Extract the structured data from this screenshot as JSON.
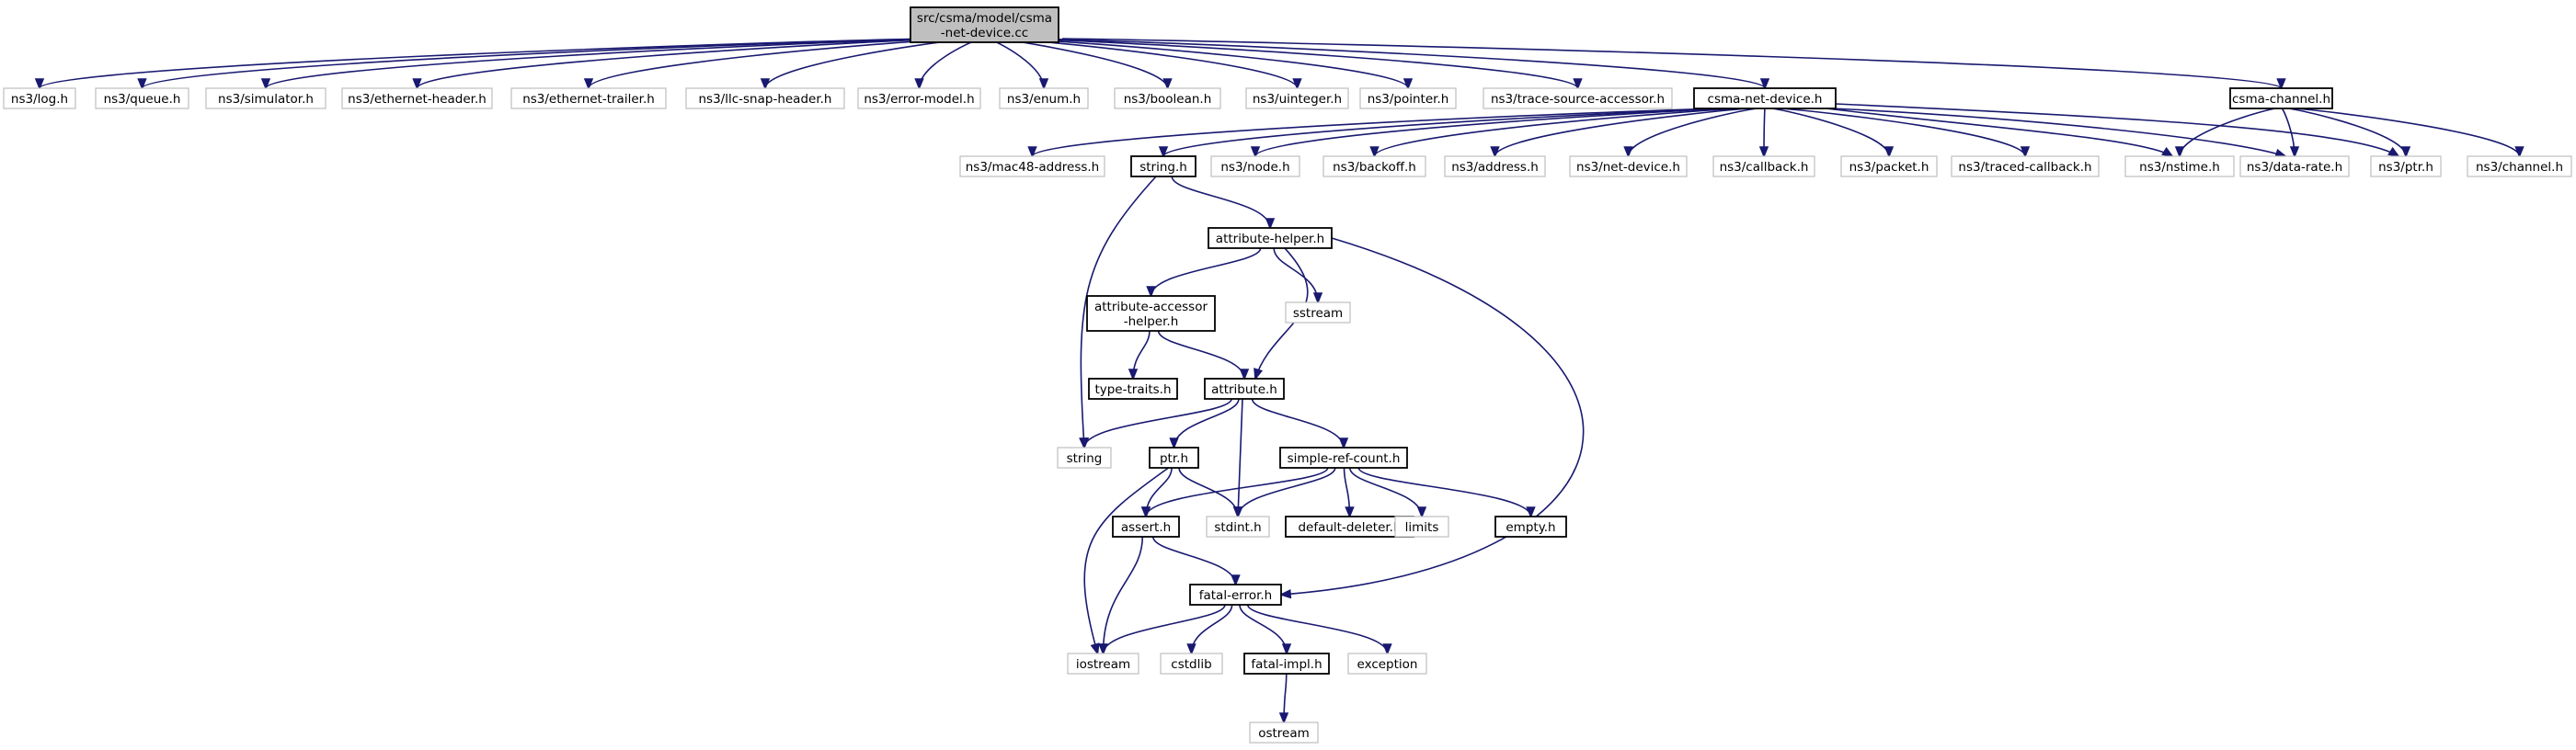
{
  "graph": {
    "type": "include-dependency-graph",
    "root": "root",
    "colors": {
      "edge": "#191970",
      "root_fill": "#bfbfbf",
      "doc_border": "#000000",
      "ext_border": "#bfbfbf",
      "background": "#ffffff"
    },
    "nodes": [
      {
        "id": "root",
        "lines": [
          "src/csma/model/csma",
          "-net-device.cc"
        ],
        "kind": "root"
      },
      {
        "id": "log",
        "lines": [
          "ns3/log.h"
        ],
        "kind": "ext"
      },
      {
        "id": "queue",
        "lines": [
          "ns3/queue.h"
        ],
        "kind": "ext"
      },
      {
        "id": "simulator",
        "lines": [
          "ns3/simulator.h"
        ],
        "kind": "ext"
      },
      {
        "id": "ethhdr",
        "lines": [
          "ns3/ethernet-header.h"
        ],
        "kind": "ext"
      },
      {
        "id": "ethtrl",
        "lines": [
          "ns3/ethernet-trailer.h"
        ],
        "kind": "ext"
      },
      {
        "id": "llc",
        "lines": [
          "ns3/llc-snap-header.h"
        ],
        "kind": "ext"
      },
      {
        "id": "errmodel",
        "lines": [
          "ns3/error-model.h"
        ],
        "kind": "ext"
      },
      {
        "id": "enum",
        "lines": [
          "ns3/enum.h"
        ],
        "kind": "ext"
      },
      {
        "id": "boolean",
        "lines": [
          "ns3/boolean.h"
        ],
        "kind": "ext"
      },
      {
        "id": "uinteger",
        "lines": [
          "ns3/uinteger.h"
        ],
        "kind": "ext"
      },
      {
        "id": "pointer",
        "lines": [
          "ns3/pointer.h"
        ],
        "kind": "ext"
      },
      {
        "id": "tsa",
        "lines": [
          "ns3/trace-source-accessor.h"
        ],
        "kind": "ext"
      },
      {
        "id": "csmand",
        "lines": [
          "csma-net-device.h"
        ],
        "kind": "doc"
      },
      {
        "id": "csmach",
        "lines": [
          "csma-channel.h"
        ],
        "kind": "doc"
      },
      {
        "id": "mac48",
        "lines": [
          "ns3/mac48-address.h"
        ],
        "kind": "ext"
      },
      {
        "id": "stringh",
        "lines": [
          "string.h"
        ],
        "kind": "doc"
      },
      {
        "id": "node",
        "lines": [
          "ns3/node.h"
        ],
        "kind": "ext"
      },
      {
        "id": "backoff",
        "lines": [
          "ns3/backoff.h"
        ],
        "kind": "ext"
      },
      {
        "id": "address",
        "lines": [
          "ns3/address.h"
        ],
        "kind": "ext"
      },
      {
        "id": "netdev",
        "lines": [
          "ns3/net-device.h"
        ],
        "kind": "ext"
      },
      {
        "id": "callback",
        "lines": [
          "ns3/callback.h"
        ],
        "kind": "ext"
      },
      {
        "id": "packet",
        "lines": [
          "ns3/packet.h"
        ],
        "kind": "ext"
      },
      {
        "id": "tracedcb",
        "lines": [
          "ns3/traced-callback.h"
        ],
        "kind": "ext"
      },
      {
        "id": "nstime",
        "lines": [
          "ns3/nstime.h"
        ],
        "kind": "ext"
      },
      {
        "id": "datarate",
        "lines": [
          "ns3/data-rate.h"
        ],
        "kind": "ext"
      },
      {
        "id": "ptr3",
        "lines": [
          "ns3/ptr.h"
        ],
        "kind": "ext"
      },
      {
        "id": "channel",
        "lines": [
          "ns3/channel.h"
        ],
        "kind": "ext"
      },
      {
        "id": "attrhelper",
        "lines": [
          "attribute-helper.h"
        ],
        "kind": "doc"
      },
      {
        "id": "attraccessor",
        "lines": [
          "attribute-accessor",
          "-helper.h"
        ],
        "kind": "doc"
      },
      {
        "id": "sstream",
        "lines": [
          "sstream"
        ],
        "kind": "ext"
      },
      {
        "id": "typetraits",
        "lines": [
          "type-traits.h"
        ],
        "kind": "doc"
      },
      {
        "id": "attribute",
        "lines": [
          "attribute.h"
        ],
        "kind": "doc"
      },
      {
        "id": "string",
        "lines": [
          "string"
        ],
        "kind": "ext"
      },
      {
        "id": "ptrh",
        "lines": [
          "ptr.h"
        ],
        "kind": "doc"
      },
      {
        "id": "srefcount",
        "lines": [
          "simple-ref-count.h"
        ],
        "kind": "doc"
      },
      {
        "id": "assert",
        "lines": [
          "assert.h"
        ],
        "kind": "doc"
      },
      {
        "id": "stdint",
        "lines": [
          "stdint.h"
        ],
        "kind": "ext"
      },
      {
        "id": "defdeleter",
        "lines": [
          "default-deleter.h"
        ],
        "kind": "doc"
      },
      {
        "id": "limits",
        "lines": [
          "limits"
        ],
        "kind": "ext"
      },
      {
        "id": "empty",
        "lines": [
          "empty.h"
        ],
        "kind": "doc"
      },
      {
        "id": "fatalerror",
        "lines": [
          "fatal-error.h"
        ],
        "kind": "doc"
      },
      {
        "id": "iostream",
        "lines": [
          "iostream"
        ],
        "kind": "ext"
      },
      {
        "id": "cstdlib",
        "lines": [
          "cstdlib"
        ],
        "kind": "ext"
      },
      {
        "id": "fatalimpl",
        "lines": [
          "fatal-impl.h"
        ],
        "kind": "doc"
      },
      {
        "id": "exception",
        "lines": [
          "exception"
        ],
        "kind": "ext"
      },
      {
        "id": "ostream",
        "lines": [
          "ostream"
        ],
        "kind": "ext"
      }
    ],
    "edges": [
      [
        "root",
        "log"
      ],
      [
        "root",
        "queue"
      ],
      [
        "root",
        "simulator"
      ],
      [
        "root",
        "ethhdr"
      ],
      [
        "root",
        "ethtrl"
      ],
      [
        "root",
        "llc"
      ],
      [
        "root",
        "errmodel"
      ],
      [
        "root",
        "enum"
      ],
      [
        "root",
        "boolean"
      ],
      [
        "root",
        "uinteger"
      ],
      [
        "root",
        "pointer"
      ],
      [
        "root",
        "tsa"
      ],
      [
        "root",
        "csmand"
      ],
      [
        "root",
        "csmach"
      ],
      [
        "csmand",
        "mac48"
      ],
      [
        "csmand",
        "stringh"
      ],
      [
        "csmand",
        "node"
      ],
      [
        "csmand",
        "backoff"
      ],
      [
        "csmand",
        "address"
      ],
      [
        "csmand",
        "netdev"
      ],
      [
        "csmand",
        "callback"
      ],
      [
        "csmand",
        "packet"
      ],
      [
        "csmand",
        "tracedcb"
      ],
      [
        "csmand",
        "nstime"
      ],
      [
        "csmand",
        "datarate"
      ],
      [
        "csmand",
        "ptr3"
      ],
      [
        "csmach",
        "nstime"
      ],
      [
        "csmach",
        "datarate"
      ],
      [
        "csmach",
        "ptr3"
      ],
      [
        "csmach",
        "channel"
      ],
      [
        "stringh",
        "attrhelper"
      ],
      [
        "stringh",
        "string"
      ],
      [
        "attrhelper",
        "attraccessor"
      ],
      [
        "attrhelper",
        "sstream"
      ],
      [
        "attrhelper",
        "attribute"
      ],
      [
        "attrhelper",
        "fatalerror"
      ],
      [
        "attraccessor",
        "typetraits"
      ],
      [
        "attraccessor",
        "attribute"
      ],
      [
        "attribute",
        "string"
      ],
      [
        "attribute",
        "ptrh"
      ],
      [
        "attribute",
        "srefcount"
      ],
      [
        "attribute",
        "stdint"
      ],
      [
        "ptrh",
        "assert"
      ],
      [
        "ptrh",
        "stdint"
      ],
      [
        "ptrh",
        "iostream"
      ],
      [
        "srefcount",
        "assert"
      ],
      [
        "srefcount",
        "stdint"
      ],
      [
        "srefcount",
        "defdeleter"
      ],
      [
        "srefcount",
        "limits"
      ],
      [
        "srefcount",
        "empty"
      ],
      [
        "assert",
        "fatalerror"
      ],
      [
        "assert",
        "iostream"
      ],
      [
        "fatalerror",
        "iostream"
      ],
      [
        "fatalerror",
        "cstdlib"
      ],
      [
        "fatalerror",
        "fatalimpl"
      ],
      [
        "fatalerror",
        "exception"
      ],
      [
        "fatalimpl",
        "ostream"
      ]
    ]
  }
}
